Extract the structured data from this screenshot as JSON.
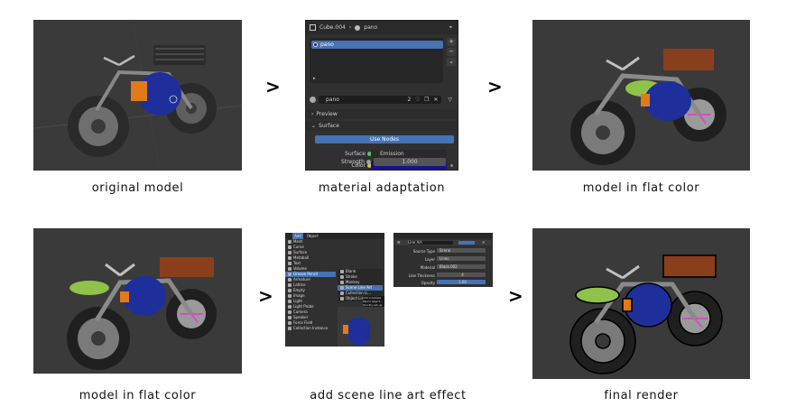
{
  "captions": {
    "c1": "original model",
    "c2": "material adaptation",
    "c3": "model in flat color",
    "c4": "model in flat color",
    "c5": "add scene line art effect",
    "c6": "final render"
  },
  "arrows": [
    ">",
    ">",
    ">",
    ">"
  ],
  "blender_material": {
    "object_name": "Cube.004",
    "material_name": "pano",
    "slot_label": "pano",
    "users": "2",
    "sections": {
      "preview": "Preview",
      "surface": "Surface"
    },
    "use_nodes_label": "Use Nodes",
    "surface_label": "Surface",
    "surface_value": "Emission",
    "color_label": "Color",
    "color_value_hex": "#14148c",
    "strength_label": "Strength",
    "strength_value": "1.000"
  },
  "line_art_menu": {
    "header": [
      "Add",
      "Object"
    ],
    "items": [
      "Mesh",
      "Curve",
      "Surface",
      "Metaball",
      "Text",
      "Volume",
      "Grease Pencil",
      "Armature",
      "Lattice",
      "Empty",
      "Image",
      "Light",
      "Light Probe",
      "Camera",
      "Speaker",
      "Force Field",
      "Collection Instance"
    ],
    "selected_item": "Grease Pencil",
    "submenu": [
      "Blank",
      "Stroke",
      "Monkey",
      "Scene Line Art",
      "Collection Li...",
      "Object Line..."
    ],
    "submenu_selected": "Scene Line Art",
    "tooltip": "Add a Grease Pencil object... Quickly set up line art..."
  },
  "line_art_modifier": {
    "title": "Line Art",
    "rows": [
      {
        "label": "Source Type",
        "value": "Scene"
      },
      {
        "label": "Layer",
        "value": "Lines"
      },
      {
        "label": "Material",
        "value": "Black.002"
      },
      {
        "label": "Line Thickness",
        "value": "4"
      },
      {
        "label": "Opacity",
        "value": "1.00"
      }
    ]
  },
  "colors": {
    "viewport_bg": "#3c3c3c",
    "tank_blue": "#1e2f9c",
    "seat_brown": "#8a3f1c",
    "green_bundle": "#8fc24a",
    "accent_orange": "#e07a1a",
    "blender_blue": "#4772b3"
  }
}
